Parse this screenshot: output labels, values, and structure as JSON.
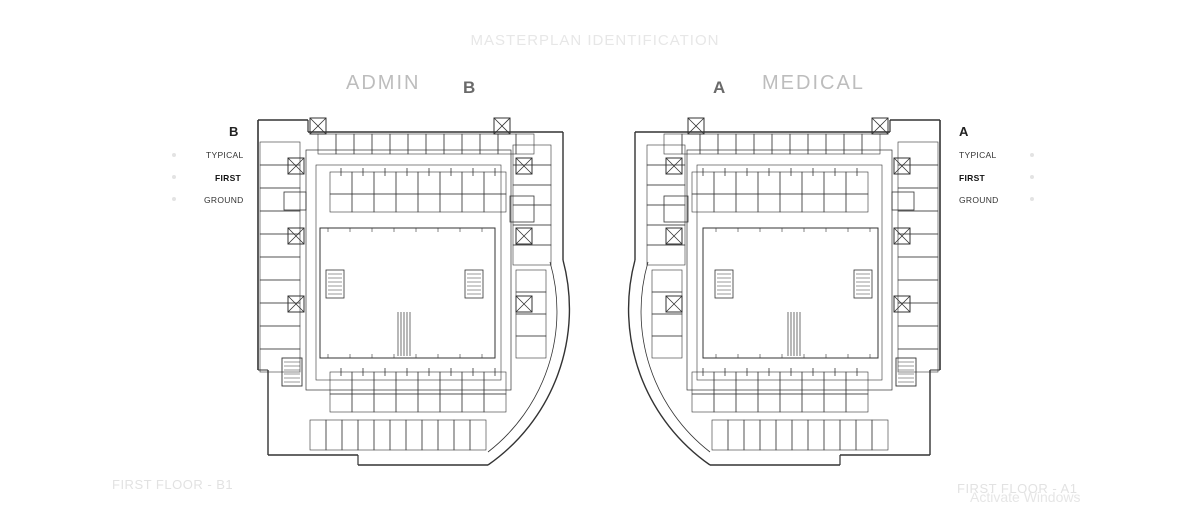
{
  "header": {
    "title": "MASTERPLAN IDENTIFICATION"
  },
  "left_plan": {
    "name": "ADMIN",
    "block": "B",
    "legend": {
      "block": "B",
      "levels": [
        "TYPICAL",
        "FIRST",
        "GROUND"
      ],
      "active": "FIRST"
    },
    "caption": "FIRST FLOOR - B1"
  },
  "right_plan": {
    "name": "MEDICAL",
    "block": "A",
    "legend": {
      "block": "A",
      "levels": [
        "TYPICAL",
        "FIRST",
        "GROUND"
      ],
      "active": "FIRST"
    },
    "caption": "FIRST FLOOR - A1"
  },
  "watermark": "Activate Windows",
  "colors": {
    "line": "#333333",
    "faint": "#e6e6e6",
    "label": "#bdbdbd"
  }
}
